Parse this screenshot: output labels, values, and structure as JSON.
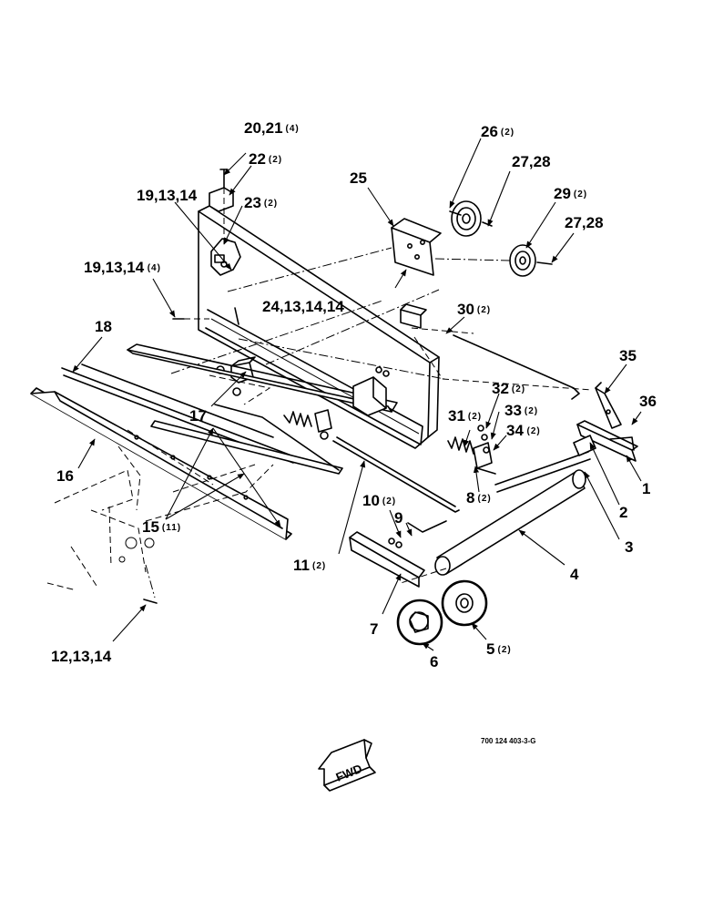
{
  "callouts": [
    {
      "id": "c1",
      "label": "20,21",
      "qty": "(4)"
    },
    {
      "id": "c2",
      "label": "22",
      "qty": "(2)"
    },
    {
      "id": "c3",
      "label": "19,13,14",
      "qty": ""
    },
    {
      "id": "c4",
      "label": "23",
      "qty": "(2)"
    },
    {
      "id": "c5",
      "label": "19,13,14",
      "qty": "(4)"
    },
    {
      "id": "c6",
      "label": "24,13,14,14",
      "qty": ""
    },
    {
      "id": "c7",
      "label": "25",
      "qty": ""
    },
    {
      "id": "c8",
      "label": "26",
      "qty": "(2)"
    },
    {
      "id": "c9",
      "label": "27,28",
      "qty": ""
    },
    {
      "id": "c10",
      "label": "29",
      "qty": "(2)"
    },
    {
      "id": "c11",
      "label": "27,28",
      "qty": ""
    },
    {
      "id": "c12",
      "label": "30",
      "qty": "(2)"
    },
    {
      "id": "c13",
      "label": "18",
      "qty": ""
    },
    {
      "id": "c14",
      "label": "17",
      "qty": ""
    },
    {
      "id": "c15",
      "label": "16",
      "qty": ""
    },
    {
      "id": "c16",
      "label": "15",
      "qty": "(11)"
    },
    {
      "id": "c17",
      "label": "11",
      "qty": "(2)"
    },
    {
      "id": "c18",
      "label": "31",
      "qty": "(2)"
    },
    {
      "id": "c19",
      "label": "32",
      "qty": "(2)"
    },
    {
      "id": "c20",
      "label": "33",
      "qty": "(2)"
    },
    {
      "id": "c21",
      "label": "34",
      "qty": "(2)"
    },
    {
      "id": "c22",
      "label": "8",
      "qty": "(2)"
    },
    {
      "id": "c23",
      "label": "35",
      "qty": ""
    },
    {
      "id": "c24",
      "label": "36",
      "qty": ""
    },
    {
      "id": "c25",
      "label": "1",
      "qty": ""
    },
    {
      "id": "c26",
      "label": "2",
      "qty": ""
    },
    {
      "id": "c27",
      "label": "3",
      "qty": ""
    },
    {
      "id": "c28",
      "label": "4",
      "qty": ""
    },
    {
      "id": "c29",
      "label": "10",
      "qty": "(2)"
    },
    {
      "id": "c30",
      "label": "9",
      "qty": ""
    },
    {
      "id": "c31",
      "label": "7",
      "qty": ""
    },
    {
      "id": "c32",
      "label": "6",
      "qty": ""
    },
    {
      "id": "c33",
      "label": "5",
      "qty": "(2)"
    },
    {
      "id": "c34",
      "label": "12,13,14",
      "qty": ""
    }
  ],
  "drawing_number": "700 124 403-3-G",
  "fwd_label": "FWD"
}
